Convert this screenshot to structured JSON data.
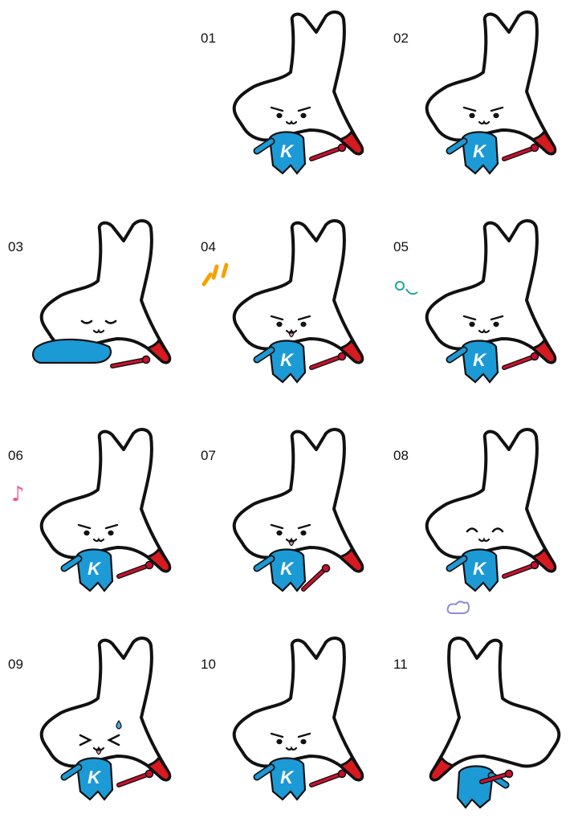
{
  "sheet": {
    "colors": {
      "outline": "#111111",
      "body_fill": "#ffffff",
      "suit_blue": "#1c9ad6",
      "tip_red": "#d71920",
      "arrow_red": "#c8102e",
      "tongue_pink": "#f29fb3",
      "burst_orange": "#f5a200",
      "spark_teal": "#1ba89a",
      "note_pink": "#e8569a",
      "drop_blue": "#4aa8e0",
      "puff_purple": "#8c8cd8"
    },
    "badge_letter": "K",
    "poses": [
      {
        "number": "01",
        "expression": "smirk",
        "limbs": "arm-out-arrow",
        "effect": "none",
        "mirrored": false
      },
      {
        "number": "02",
        "expression": "smirk",
        "limbs": "lean-arrow",
        "effect": "none",
        "mirrored": false
      },
      {
        "number": "03",
        "expression": "sleep",
        "limbs": "lying-arrow",
        "effect": "none",
        "mirrored": false
      },
      {
        "number": "04",
        "expression": "tongue",
        "limbs": "arms-up-arrow",
        "effect": "burst",
        "mirrored": false
      },
      {
        "number": "05",
        "expression": "smirk",
        "limbs": "sitting-arrow",
        "effect": "spark",
        "mirrored": false
      },
      {
        "number": "06",
        "expression": "smirk",
        "limbs": "swing-arrow",
        "effect": "music-note",
        "mirrored": false
      },
      {
        "number": "07",
        "expression": "tongue",
        "limbs": "wave-arrow",
        "effect": "none",
        "mirrored": false
      },
      {
        "number": "08",
        "expression": "happy",
        "limbs": "jump-arrow",
        "effect": "puff",
        "mirrored": false
      },
      {
        "number": "09",
        "expression": "squint",
        "limbs": "run-arrow",
        "effect": "sweat",
        "mirrored": false
      },
      {
        "number": "10",
        "expression": "smirk",
        "limbs": "arm-out-arrow",
        "effect": "none",
        "mirrored": false
      },
      {
        "number": "11",
        "expression": "back",
        "limbs": "back-arrow",
        "effect": "none",
        "mirrored": true
      }
    ]
  }
}
